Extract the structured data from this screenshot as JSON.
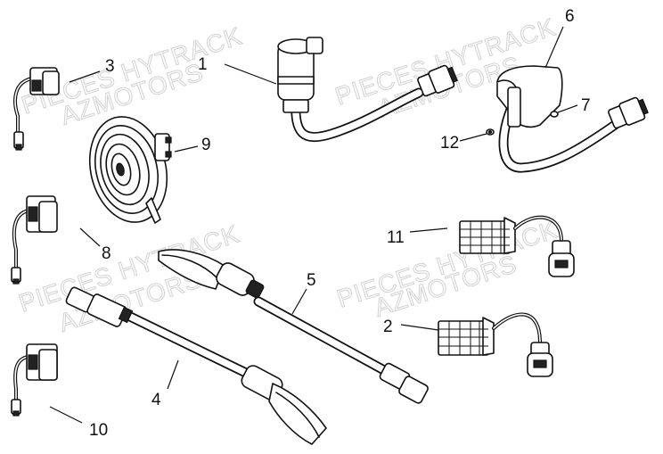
{
  "watermark": {
    "line1": "PIECES HYTRACK",
    "line2": "AZMOTORS"
  },
  "callouts": {
    "c1": "1",
    "c2": "2",
    "c3": "3",
    "c4": "4",
    "c5": "5",
    "c6": "6",
    "c7": "7",
    "c8": "8",
    "c9": "9",
    "c10": "10",
    "c11": "11",
    "c12": "12"
  }
}
